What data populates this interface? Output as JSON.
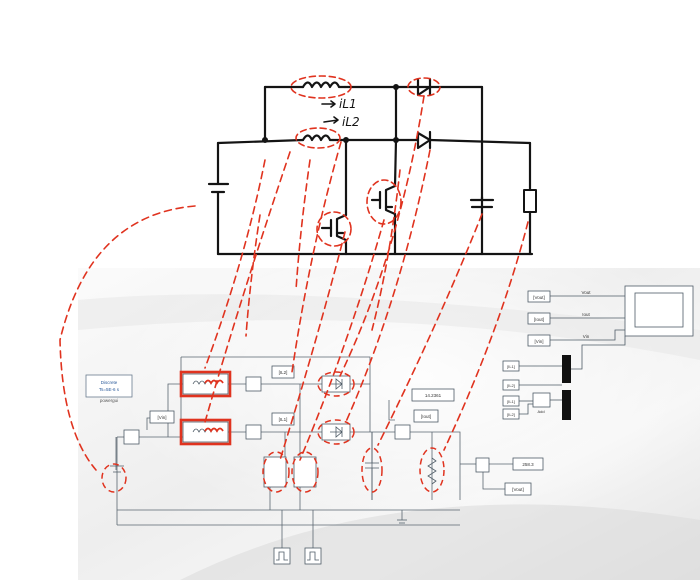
{
  "hand_sketch": {
    "current_label_1": "iL1",
    "current_label_2": "iL2"
  },
  "simulink": {
    "powergui_lines": [
      "Discrete",
      "Ts=5E-6 s"
    ],
    "powergui_name": "powergui",
    "tags": {
      "vin": "[Vin]",
      "il2": "[IL2]",
      "il1": "[IL1]",
      "iout": "[Iout]",
      "vout": "[Vout]"
    },
    "displays": {
      "vout_display": "14.2361",
      "out_display": "258.3"
    },
    "scope_inputs": {
      "froms": [
        "[Vout]",
        "[Iout]",
        "[Vin]"
      ],
      "labels": [
        "Vout",
        "Iout",
        "Vin"
      ]
    },
    "mux_inputs": [
      "[IL1]",
      "[IL2]",
      "[IL1]",
      "[IL2]"
    ],
    "add_label": "Add"
  }
}
